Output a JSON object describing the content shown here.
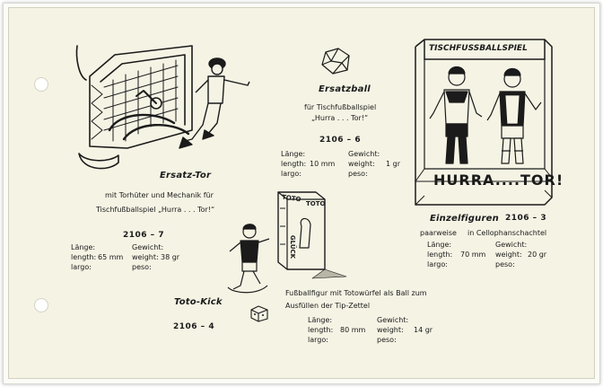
{
  "catalog": {
    "items": [
      {
        "title": "Ersatz-Tor",
        "description": [
          "mit Torhüter und Mechanik für",
          "Tischfußballspiel „Hurra . . . Tor!“"
        ],
        "code": "2106 – 7",
        "spec": {
          "length_labels": [
            "Länge:",
            "length:",
            "largo:"
          ],
          "length_value": "65 mm",
          "weight_labels": [
            "Gewicht:",
            "weight:",
            "peso:"
          ],
          "weight_value": "38 gr"
        }
      },
      {
        "title": "Ersatzball",
        "description": [
          "für Tischfußballspiel",
          "„Hurra . . . Tor!“"
        ],
        "code": "2106 – 6",
        "spec": {
          "length_labels": [
            "Länge:",
            "length:",
            "largo:"
          ],
          "length_value": "10 mm",
          "weight_labels": [
            "Gewicht:",
            "weight:",
            "peso:"
          ],
          "weight_value": "1 gr"
        }
      },
      {
        "title": "Einzelfiguren",
        "code": "2106 – 3",
        "description_left": "paarweise",
        "description_right": "in Cellophanschachtel",
        "box_title": "TISCHFUSSBALLSPIEL",
        "box_banner": "HURRA....TOR!",
        "spec": {
          "length_labels": [
            "Länge:",
            "length:",
            "largo:"
          ],
          "length_value": "70 mm",
          "weight_labels": [
            "Gewicht:",
            "weight:",
            "peso:"
          ],
          "weight_value": "20 gr"
        }
      },
      {
        "title": "Toto-Kick",
        "code": "2106 – 4",
        "description": [
          "Fußballfigur mit Totowürfel als Ball zum",
          "Ausfüllen der Tip-Zettel"
        ],
        "box_labels": [
          "TOTO",
          "TOTO",
          "GLÜCK"
        ],
        "spec": {
          "length_labels": [
            "Länge:",
            "length:",
            "largo:"
          ],
          "length_value": "80 mm",
          "weight_labels": [
            "Gewicht:",
            "weight:",
            "peso:"
          ],
          "weight_value": "14 gr"
        }
      }
    ]
  },
  "colors": {
    "ink": "#1b1b1b",
    "paper": "#f5f3e4"
  },
  "icons": [
    "goal-illustration",
    "ball-illustration",
    "boxed-figures-illustration",
    "toto-kick-illustration",
    "dice-illustration"
  ]
}
